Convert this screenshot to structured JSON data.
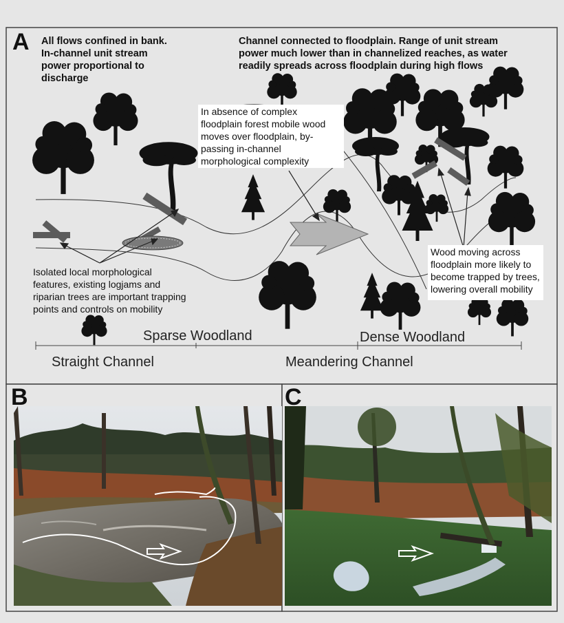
{
  "panels": {
    "a_letter": "A",
    "b_letter": "B",
    "c_letter": "C"
  },
  "annotations": {
    "top_left": [
      "All flows confined in bank.",
      "In-channel unit stream",
      "power proportional to",
      "discharge"
    ],
    "top_right": [
      "Channel connected to floodplain. Range of unit stream",
      "power much lower than in channelized reaches, as water",
      "readily spreads across floodplain during high flows"
    ],
    "middle": [
      "In absence of complex",
      "floodplain forest mobile wood",
      "moves over floodplain, by-",
      "passing in-channel",
      "morphological complexity"
    ],
    "bottom_left": [
      "Isolated local morphological",
      "features, existing logjams and",
      "riparian trees are important trapping",
      "points and controls on mobility"
    ],
    "right": [
      "Wood moving across",
      "floodplain more likely to",
      "become trapped by trees,",
      "lowering overall mobility"
    ]
  },
  "scale": {
    "sparse_woodland": "Sparse Woodland",
    "dense_woodland": "Dense Woodland",
    "straight_channel": "Straight Channel",
    "meandering_channel": "Meandering Channel"
  },
  "colors": {
    "background": "#e6e6e6",
    "tree": "#121212",
    "log": "#5c5c5c",
    "flow_arrow": "#b4b4b4"
  }
}
